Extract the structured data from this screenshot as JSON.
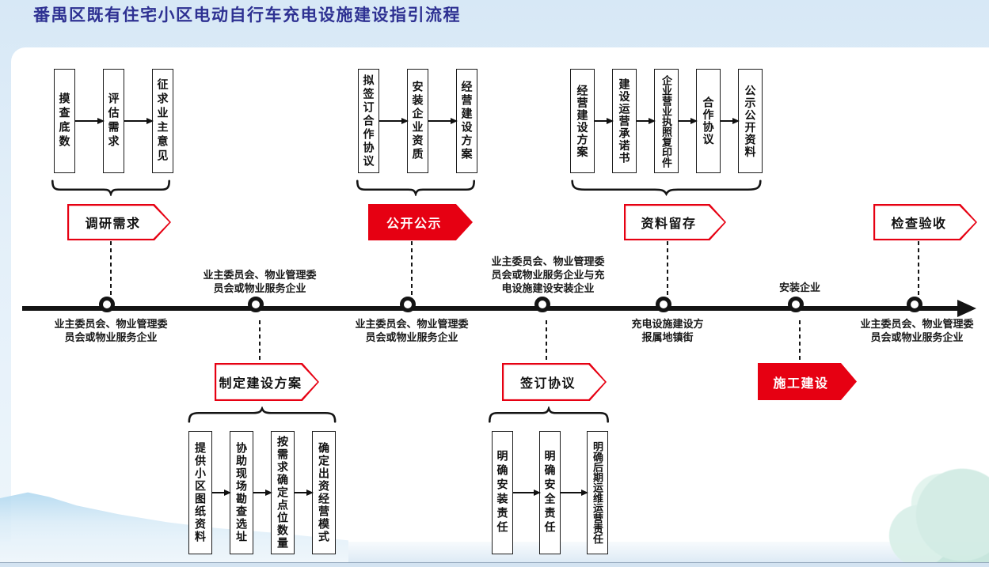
{
  "title": "番禺区既有住宅小区电动自行车充电设施建设指引流程",
  "colors": {
    "accent_red": "#e60012",
    "title_blue": "#2e3192",
    "line_black": "#141414"
  },
  "top_groups": {
    "survey": {
      "boxes": [
        "摸查底数",
        "评估需求",
        "征求业主意见"
      ]
    },
    "publicity": {
      "boxes": [
        "拟签订合作协议",
        "安装企业资质",
        "经营建设方案"
      ]
    },
    "archive": {
      "boxes": [
        "经营建设方案",
        "建设运营承诺书",
        "企业营业执照复印件",
        "合作协议",
        "公示公开资料"
      ]
    }
  },
  "bottom_groups": {
    "plan": {
      "boxes": [
        "提供小区图纸资料",
        "协助现场勘查选址",
        "按需求确定点位数量",
        "确定出资经营模式"
      ]
    },
    "agreement": {
      "boxes": [
        "明确安装责任",
        "明确安全责任",
        "明确后期运维运营责任"
      ]
    }
  },
  "stage_tags": {
    "research": {
      "label": "调研需求",
      "style": "outline"
    },
    "plan": {
      "label": "制定建设方案",
      "style": "outline"
    },
    "publicity": {
      "label": "公开公示",
      "style": "filled"
    },
    "agreement": {
      "label": "签订协议",
      "style": "outline"
    },
    "archive": {
      "label": "资料留存",
      "style": "outline"
    },
    "construction": {
      "label": "施工建设",
      "style": "filled"
    },
    "inspection": {
      "label": "检查验收",
      "style": "outline"
    }
  },
  "timeline_actors": {
    "node1": "业主委员会、物业管理委\n员会或物业服务企业",
    "node2": "业主委员会、物业管理委\n员会或物业服务企业",
    "node3": "业主委员会、物业管理委\n员会或物业服务企业",
    "node4": "业主委员会、物业管理委\n员会或物业服务企业与充\n电设施建设安装企业",
    "node5": "充电设施建设方\n报属地镇街",
    "node6": "安装企业",
    "node7": "业主委员会、物业管理委\n员会或物业服务企业"
  }
}
